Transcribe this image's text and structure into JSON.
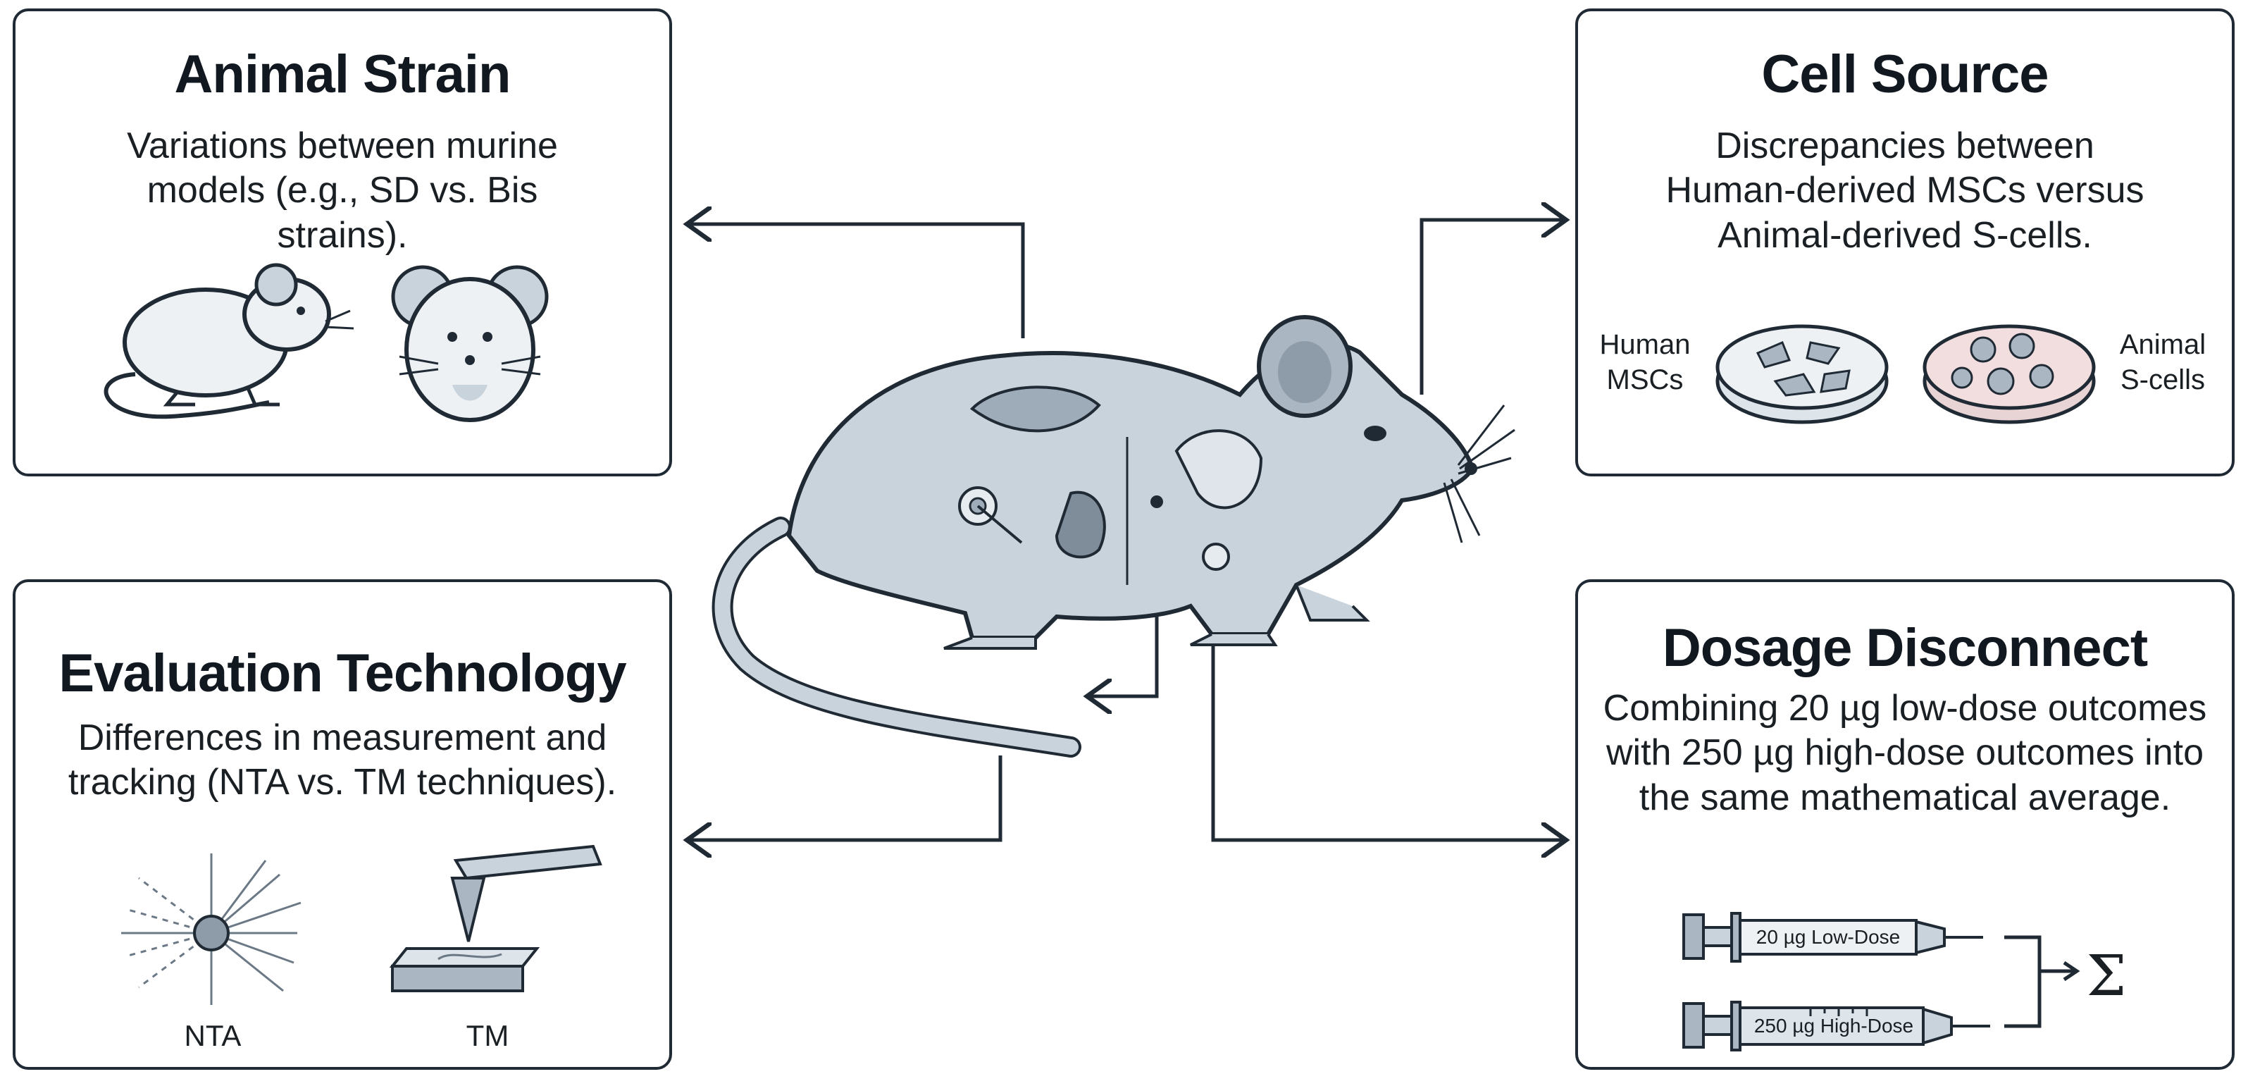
{
  "panels": {
    "animal_strain": {
      "title": "Animal Strain",
      "description": "Variations between murine models (e.g., SD vs. Bis strains)."
    },
    "cell_source": {
      "title": "Cell Source",
      "description": "Discrepancies between Human-derived MSCs versus Animal-derived S-cells.",
      "human_label": "Human MSCs",
      "animal_label": "Animal S-cells"
    },
    "evaluation_technology": {
      "title": "Evaluation Technology",
      "description": "Differences in measurement and tracking (NTA vs. TM techniques).",
      "nta_label": "NTA",
      "tm_label": "TM"
    },
    "dosage_disconnect": {
      "title": "Dosage Disconnect",
      "description": "Combining 20 µg low-dose outcomes with 250 µg high-dose outcomes into the same mathematical average.",
      "low_dose_label": "20 µg Low-Dose",
      "high_dose_label": "250 µg High-Dose",
      "sum_symbol": "Σ"
    }
  },
  "icons": {
    "center": "rat-icon",
    "strain": [
      "side-mouse-icon",
      "front-mouse-icon"
    ],
    "cell": [
      "human-petri-dish-icon",
      "animal-petri-dish-icon"
    ],
    "eval": [
      "particle-scatter-icon",
      "microscope-tip-icon"
    ],
    "dose": [
      "syringe-icon",
      "sum-icon"
    ]
  },
  "colors": {
    "stroke": "#1f2a35",
    "rat_body": "#c9d3dc",
    "animal_dish_tint": "#f2dede"
  }
}
